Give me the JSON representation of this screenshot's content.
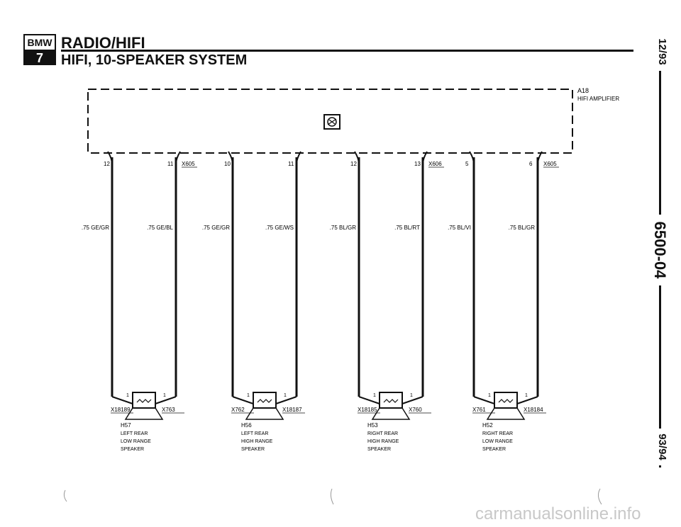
{
  "header": {
    "logo_brand": "BMW",
    "logo_series": "7",
    "title": "RADIO/HIFI",
    "subtitle": "HIFI, 10-SPEAKER SYSTEM"
  },
  "margin": {
    "date_top": "12/93",
    "doc_number": "6500-04",
    "date_bottom": "93/94"
  },
  "amplifier": {
    "id": "A18",
    "name": "HIFI AMPLIFIER",
    "icon": "speaker-symbol-icon"
  },
  "speakers": [
    {
      "id": "H57",
      "line1": "LEFT REAR",
      "line2": "LOW RANGE",
      "line3": "SPEAKER",
      "left_pin": "12",
      "right_pin": "11",
      "connector": "X605",
      "left_wire": ".75 GE/GR",
      "right_wire": ".75 GE/BL",
      "left_terminal": "X18189",
      "right_terminal": "X763",
      "left_term_pin": "1",
      "right_term_pin": "1"
    },
    {
      "id": "H56",
      "line1": "LEFT REAR",
      "line2": "HIGH RANGE",
      "line3": "SPEAKER",
      "left_pin": "10",
      "right_pin": "11",
      "connector": "",
      "left_wire": ".75 GE/GR",
      "right_wire": ".75 GE/WS",
      "left_terminal": "X762",
      "right_terminal": "X18187",
      "left_term_pin": "1",
      "right_term_pin": "1"
    },
    {
      "id": "H53",
      "line1": "RIGHT REAR",
      "line2": "HIGH RANGE",
      "line3": "SPEAKER",
      "left_pin": "12",
      "right_pin": "13",
      "connector": "X606",
      "left_wire": ".75 BL/GR",
      "right_wire": ".75 BL/RT",
      "left_terminal": "X18185",
      "right_terminal": "X760",
      "left_term_pin": "1",
      "right_term_pin": "1"
    },
    {
      "id": "H52",
      "line1": "RIGHT REAR",
      "line2": "LOW RANGE",
      "line3": "SPEAKER",
      "left_pin": "5",
      "right_pin": "6",
      "connector": "X605",
      "left_wire": ".75 BL/VI",
      "right_wire": ".75 BL/GR",
      "left_terminal": "X761",
      "right_terminal": "X18184",
      "left_term_pin": "1",
      "right_term_pin": "1"
    }
  ],
  "watermark": "carmanualsonline.info"
}
